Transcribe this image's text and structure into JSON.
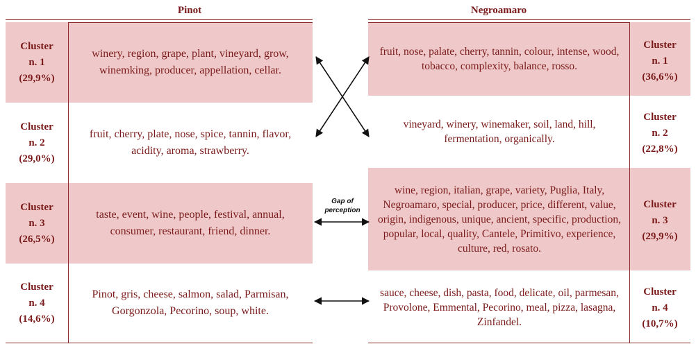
{
  "left": {
    "title": "Pinot",
    "clusters": [
      {
        "label_line1": "Cluster",
        "label_line2": "n. 1",
        "percent": "(29,9%)",
        "words": "winery, region, grape, plant, vineyard, grow, winemking, producer, appellation, cellar."
      },
      {
        "label_line1": "Cluster",
        "label_line2": "n. 2",
        "percent": "(29,0%)",
        "words": "fruit, cherry, plate, nose, spice, tannin, flavor, acidity, aroma, strawberry."
      },
      {
        "label_line1": "Cluster",
        "label_line2": "n. 3",
        "percent": "(26,5%)",
        "words": "taste, event, wine, people, festival, annual, consumer, restaurant, friend, dinner."
      },
      {
        "label_line1": "Cluster",
        "label_line2": "n. 4",
        "percent": "(14,6%)",
        "words": "Pinot, gris, cheese, salmon, salad, Parmisan, Gorgonzola, Pecorino, soup, white."
      }
    ]
  },
  "right": {
    "title": "Negroamaro",
    "clusters": [
      {
        "label_line1": "Cluster",
        "label_line2": "n. 1",
        "percent": "(36,6%)",
        "words": "fruit, nose, palate, cherry, tannin, colour, intense, wood, tobacco, complexity, balance, rosso."
      },
      {
        "label_line1": "Cluster",
        "label_line2": "n. 2",
        "percent": "(22,8%)",
        "words": "vineyard, winery, winemaker, soil, land, hill, fermentation, organically."
      },
      {
        "label_line1": "Cluster",
        "label_line2": "n. 3",
        "percent": "(29,9%)",
        "words": "wine, region, italian, grape, variety, Puglia, Italy, Negroamaro, special, producer, price, different, value, origin, indigenous, unique, ancient, specific, production, popular, local, quality, Cantele, Primitivo, experience, culture, red, rosato."
      },
      {
        "label_line1": "Cluster",
        "label_line2": "n. 4",
        "percent": "(10,7%)",
        "words": "sauce, cheese, dish, pasta, food, delicate, oil, parmesan, Provolone, Emmental, Pecorino, meal, pizza, lasagna, Zinfandel."
      }
    ]
  },
  "gap_label_line1": "Gap of",
  "gap_label_line2": "perception",
  "colors": {
    "accent": "#8c2a2a",
    "band": "#efc9c9",
    "text": "#7a1a1a"
  }
}
